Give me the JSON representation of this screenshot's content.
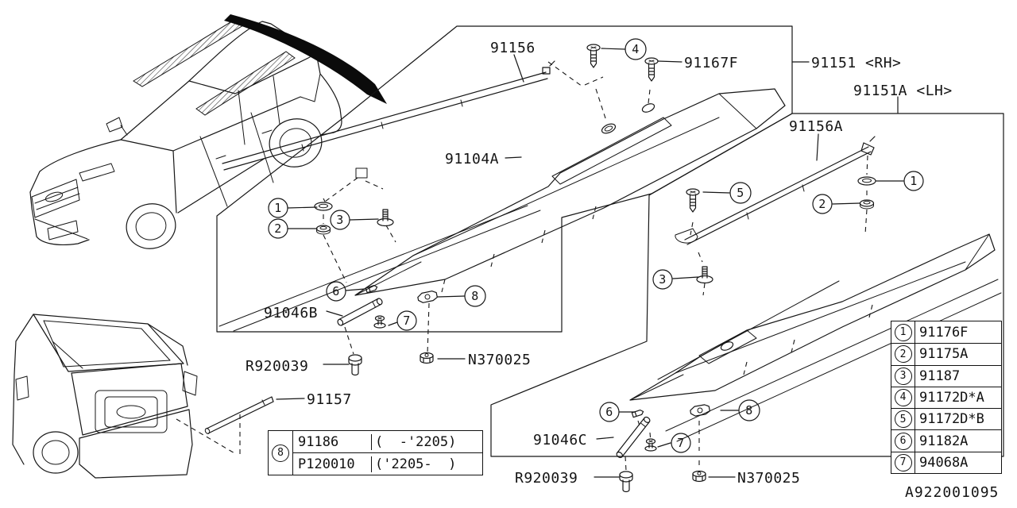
{
  "doc_number": "A922001095",
  "parts": {
    "rail_inner_rh": "91156",
    "rail_inner_lh": "91156A",
    "rail_rh": "91151 <RH>",
    "rail_lh": "91151A <LH>",
    "screw_f": "91167F",
    "label_strip": "91104A",
    "bracket_rh": "91046B",
    "bracket_lh": "91046C",
    "rivet": "R920039",
    "nut": "N370025",
    "strip_rear": "91157"
  },
  "callouts": {
    "n1": "1",
    "n2": "2",
    "n3": "3",
    "n4": "4",
    "n5": "5",
    "n6": "6",
    "n7": "7",
    "n8": "8"
  },
  "legend": {
    "rows": [
      {
        "num": "1",
        "part": "91176F"
      },
      {
        "num": "2",
        "part": "91175A"
      },
      {
        "num": "3",
        "part": "91187"
      },
      {
        "num": "4",
        "part": "91172D*A"
      },
      {
        "num": "5",
        "part": "91172D*B"
      },
      {
        "num": "6",
        "part": "91182A"
      },
      {
        "num": "7",
        "part": "94068A"
      }
    ]
  },
  "variant_table": {
    "num": "8",
    "rows": [
      {
        "part": "91186",
        "range": "(  -'2205)"
      },
      {
        "part": "P120010",
        "range": "('2205-  )"
      }
    ]
  }
}
